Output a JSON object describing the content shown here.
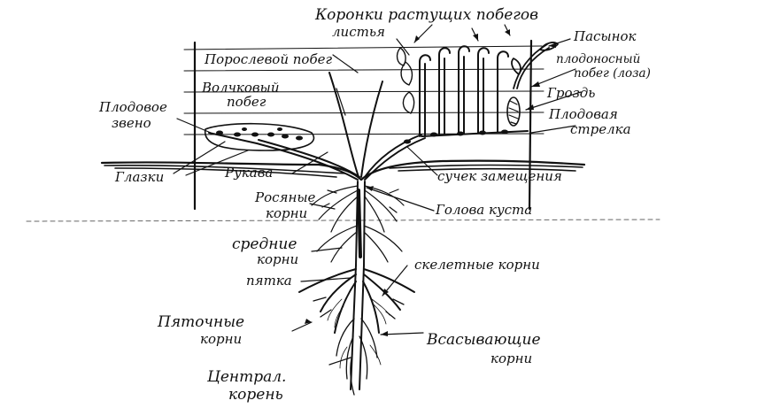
{
  "colors": {
    "ink": "#111111",
    "background": "#ffffff"
  },
  "labels": {
    "koronki": "Коронки растущих побегов",
    "listya": "листья",
    "pasynok": "Пасынок",
    "plodonosny": "плодоносный",
    "pobeg_loza": "побег (лоза)",
    "poroslevoy": "Порослевой побег",
    "volchkovy": "Волчковый",
    "volchkovy_pobeg": "побег",
    "grozd": "Гроздь",
    "plodovaya": "Плодовая",
    "strelka": "стрелка",
    "plodovoe": "Плодовое",
    "zveno": "звено",
    "glazki": "Глазки",
    "rukava": "Рукава",
    "suchok": "сучек замещения",
    "rosyanye": "Росяные",
    "rosyanye_korni": "корни",
    "golova": "Голова куста",
    "srednie": "средние",
    "srednie_korni": "корни",
    "skeletnye": "скелетные корни",
    "pyatka": "пятка",
    "pyatochnye": "Пяточные",
    "pyatochnye_korni": "корни",
    "vsasyvayuschie": "Всасывающие",
    "vsasyvayuschie_korni": "корни",
    "centralny": "Централ.",
    "koren": "корень"
  }
}
